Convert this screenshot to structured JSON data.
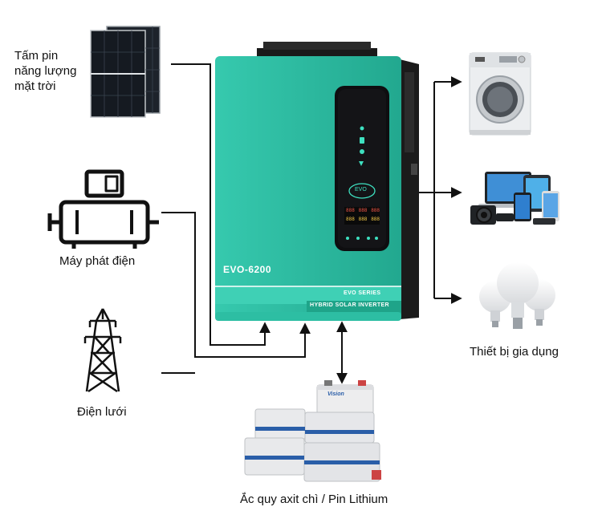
{
  "labels": {
    "solar": "Tấm pin\nnăng lượng\nmặt trời",
    "generator": "Máy phát điện",
    "grid": "Điện lưới",
    "appliances": "Thiết bị gia dụng",
    "battery": "Ắc quy axit chì / Pin Lithium"
  },
  "inverter": {
    "model": "EVO-6200",
    "series": "EVO SERIES",
    "type": "HYBRID SOLAR INVERTER",
    "logo": "EVO",
    "body_color": "#2fbfa5",
    "panel_color": "#111111"
  },
  "lcd": {
    "row1": [
      "888",
      "888",
      "888"
    ],
    "row2": [
      "888",
      "888",
      "888"
    ]
  },
  "battery_brand": "Vision"
}
